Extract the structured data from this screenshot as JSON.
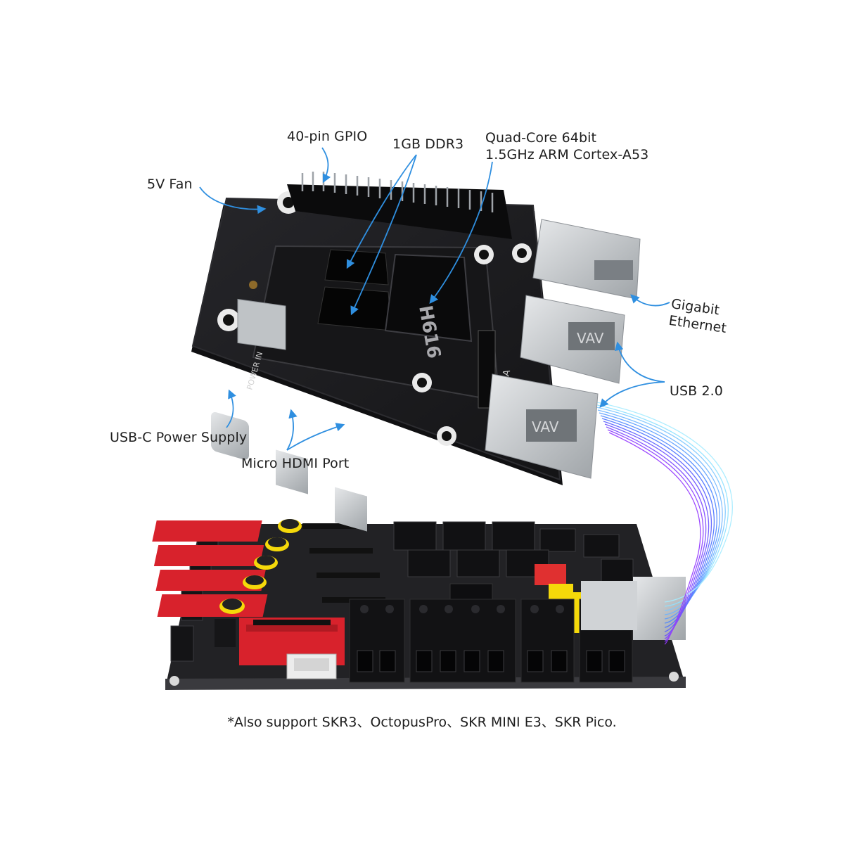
{
  "labels": {
    "gpio": "40-pin GPIO",
    "ddr": "1GB DDR3",
    "cpu_line1": "Quad-Core 64bit",
    "cpu_line2": "1.5GHz ARM Cortex-A53",
    "fan": "5V Fan",
    "ethernet_line1": "Gigabit",
    "ethernet_line2": "Ethernet",
    "usb": "USB 2.0",
    "power": "USB-C Power Supply",
    "hdmi": "Micro HDMI Port"
  },
  "chip_marking": "H616",
  "silk": {
    "camera": "CAMERA",
    "power_in": "POWER IN"
  },
  "footnote": "*Also support SKR3、OctopusPro、SKR MINI E3、SKR Pico.",
  "colors": {
    "board": "#1c1c1e",
    "board_edge": "#2c2c30",
    "arrow": "#2f8fe0",
    "connector_red": "#d8222c",
    "connector_yellow": "#f5d90a",
    "metal": "#c9cccf",
    "cable_start": "#7fd4ff",
    "cable_end": "#8a3dff"
  }
}
